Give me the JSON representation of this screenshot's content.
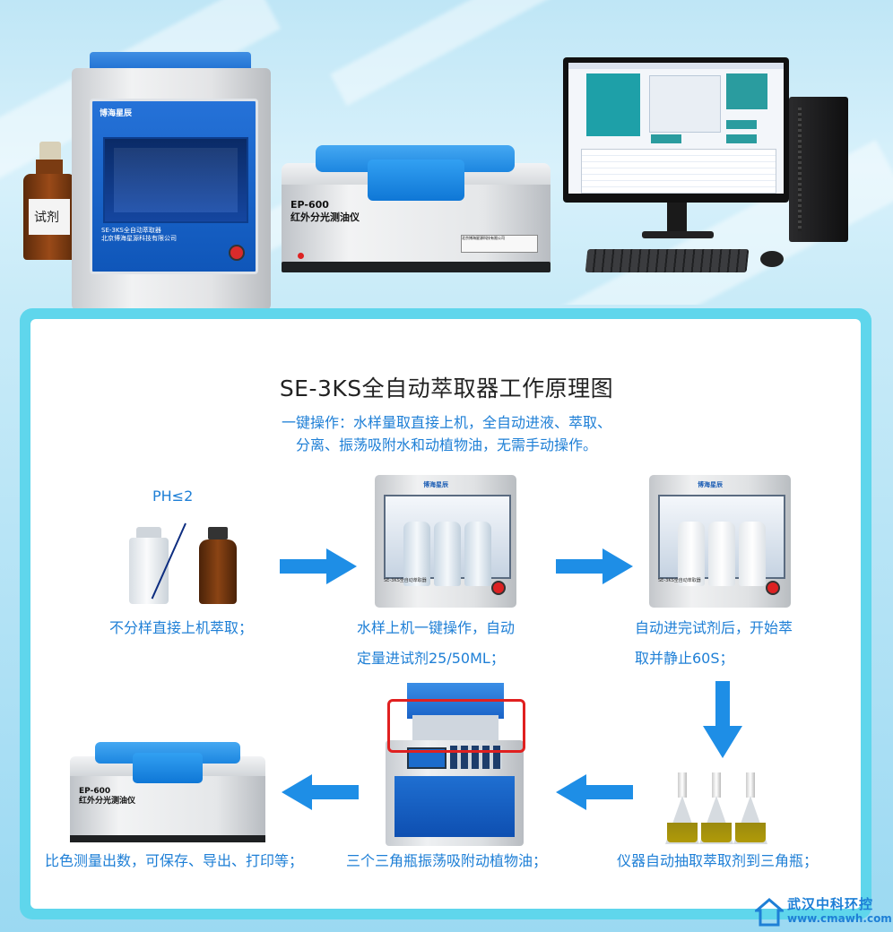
{
  "hero": {
    "extractor_logo": "博海星辰",
    "extractor_label_1": "SE-3KS全自动萃取器",
    "extractor_label_2": "北京博海星源科技有限公司",
    "bottle_label": "试剂",
    "ep600_model": "EP-600",
    "ep600_name": "红外分光测油仪",
    "ep600_plate": "北京博海星源科技有限公司"
  },
  "diagram": {
    "title": "SE-3KS全自动萃取器工作原理图",
    "subtitle_line1": "一键操作：水样量取直接上机，全自动进液、萃取、",
    "subtitle_line2": "分离、振荡吸附水和动植物油，无需手动操作。",
    "ph_label": "PH≤2",
    "steps": [
      {
        "line1": "不分样直接上机萃取；",
        "line2": ""
      },
      {
        "line1": "水样上机一键操作，自动",
        "line2": "定量进试剂25/50ML；"
      },
      {
        "line1": "自动进完试剂后，开始萃",
        "line2": "取并静止60S；"
      },
      {
        "line1": "仪器自动抽取萃取剂到三角瓶；",
        "line2": ""
      },
      {
        "line1": "三个三角瓶振荡吸附动植物油；",
        "line2": ""
      },
      {
        "line1": "比色测量出数，可保存、导出、打印等；",
        "line2": ""
      }
    ],
    "mini_model": "EP-600",
    "mini_name": "红外分光测油仪"
  },
  "watermark": {
    "name": "武汉中科环控",
    "url": "www.cmawh.com"
  },
  "colors": {
    "accent_blue": "#1e7fd6",
    "panel_border": "#5fd6ec",
    "arrow": "#1e8ee6",
    "highlight": "#e02020"
  }
}
